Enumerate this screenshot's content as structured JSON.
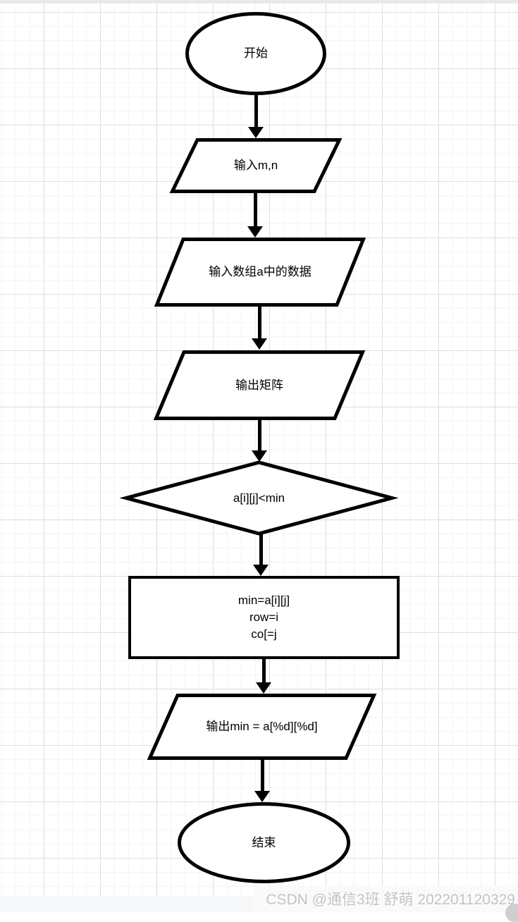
{
  "canvas": {
    "background_color": "#ffffff",
    "grid_minor_color": "#f4f4f4",
    "grid_major_color": "#dedede",
    "shape_fill": "#ffffff",
    "shape_stroke": "#000000",
    "text_color": "#000000"
  },
  "flowchart": {
    "nodes": [
      {
        "id": "start",
        "shape": "ellipse",
        "label": "开始"
      },
      {
        "id": "input-mn",
        "shape": "parallelogram",
        "label": "输入m,n"
      },
      {
        "id": "input-array",
        "shape": "parallelogram",
        "label": "输入数组a中的数据"
      },
      {
        "id": "output-matrix",
        "shape": "parallelogram",
        "label": "输出矩阵"
      },
      {
        "id": "condition",
        "shape": "diamond",
        "label": "a[i][j]<min"
      },
      {
        "id": "process",
        "shape": "rectangle",
        "lines": [
          "min=a[i][j]",
          "row=i",
          "co[=j"
        ]
      },
      {
        "id": "output-min",
        "shape": "parallelogram",
        "label": "输出min = a[%d][%d]"
      },
      {
        "id": "end",
        "shape": "ellipse",
        "label": "结束"
      }
    ],
    "connector_count": 7
  },
  "watermark": {
    "text": "CSDN @通信3班 舒萌 202201120329",
    "color": "#c3c3c5"
  }
}
